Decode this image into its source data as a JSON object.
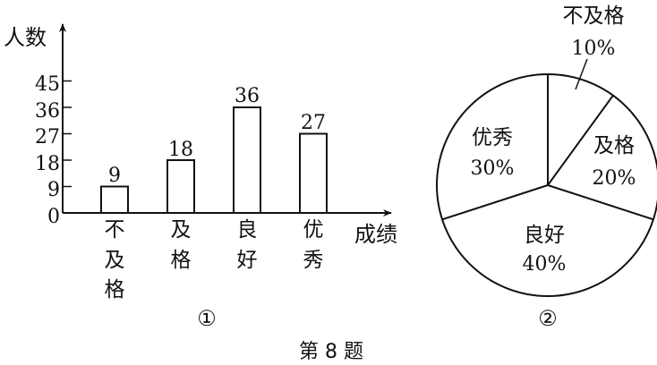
{
  "caption": "第 8 题",
  "chart_data": [
    {
      "type": "bar",
      "label": "①",
      "title": "",
      "ylabel": "人数",
      "xlabel": "成绩",
      "categories": [
        "不及格",
        "及格",
        "良好",
        "优秀"
      ],
      "values": [
        9,
        18,
        36,
        27
      ],
      "yticks": [
        0,
        9,
        18,
        27,
        36,
        45
      ],
      "ylim": [
        0,
        45
      ],
      "grid": false,
      "legend": null
    },
    {
      "type": "pie",
      "label": "②",
      "categories": [
        "不及格",
        "及格",
        "良好",
        "优秀"
      ],
      "values": [
        10,
        20,
        40,
        30
      ],
      "value_labels": [
        "10%",
        "20%",
        "40%",
        "30%"
      ],
      "legend": null
    }
  ],
  "bar": {
    "ylabel": "人数",
    "xlabel": "成绩",
    "yticks": [
      "0",
      "9",
      "18",
      "27",
      "36",
      "45"
    ],
    "values": [
      "9",
      "18",
      "36",
      "27"
    ],
    "cats": [
      [
        "不",
        "及",
        "格"
      ],
      [
        "及",
        "格"
      ],
      [
        "良",
        "好"
      ],
      [
        "优",
        "秀"
      ]
    ],
    "label": "①"
  },
  "pie": {
    "slices": [
      {
        "name": "不及格",
        "pct": "10%"
      },
      {
        "name": "及格",
        "pct": "20%"
      },
      {
        "name": "良好",
        "pct": "40%"
      },
      {
        "name": "优秀",
        "pct": "30%"
      }
    ],
    "label": "②"
  }
}
